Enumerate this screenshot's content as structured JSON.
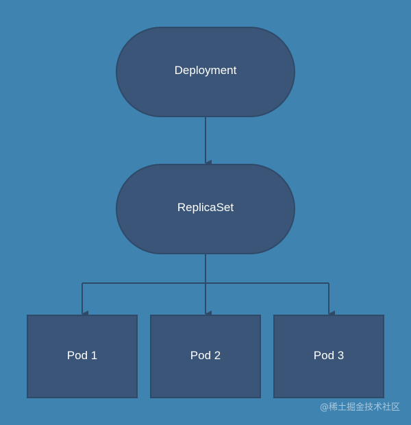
{
  "diagram": {
    "nodes": {
      "deployment": {
        "label": "Deployment"
      },
      "replicaset": {
        "label": "ReplicaSet"
      },
      "pods": [
        {
          "label": "Pod 1"
        },
        {
          "label": "Pod 2"
        },
        {
          "label": "Pod 3"
        }
      ]
    },
    "edges": [
      {
        "from": "Deployment",
        "to": "ReplicaSet"
      },
      {
        "from": "ReplicaSet",
        "to": "Pod 1"
      },
      {
        "from": "ReplicaSet",
        "to": "Pod 2"
      },
      {
        "from": "ReplicaSet",
        "to": "Pod 3"
      }
    ]
  },
  "watermark": {
    "text": "@稀土掘金技术社区"
  },
  "colors": {
    "background": "#3f83b1",
    "node_fill": "#3a5577",
    "node_stroke": "#2f4a68",
    "connector": "#2f4a68",
    "label": "#ffffff"
  }
}
